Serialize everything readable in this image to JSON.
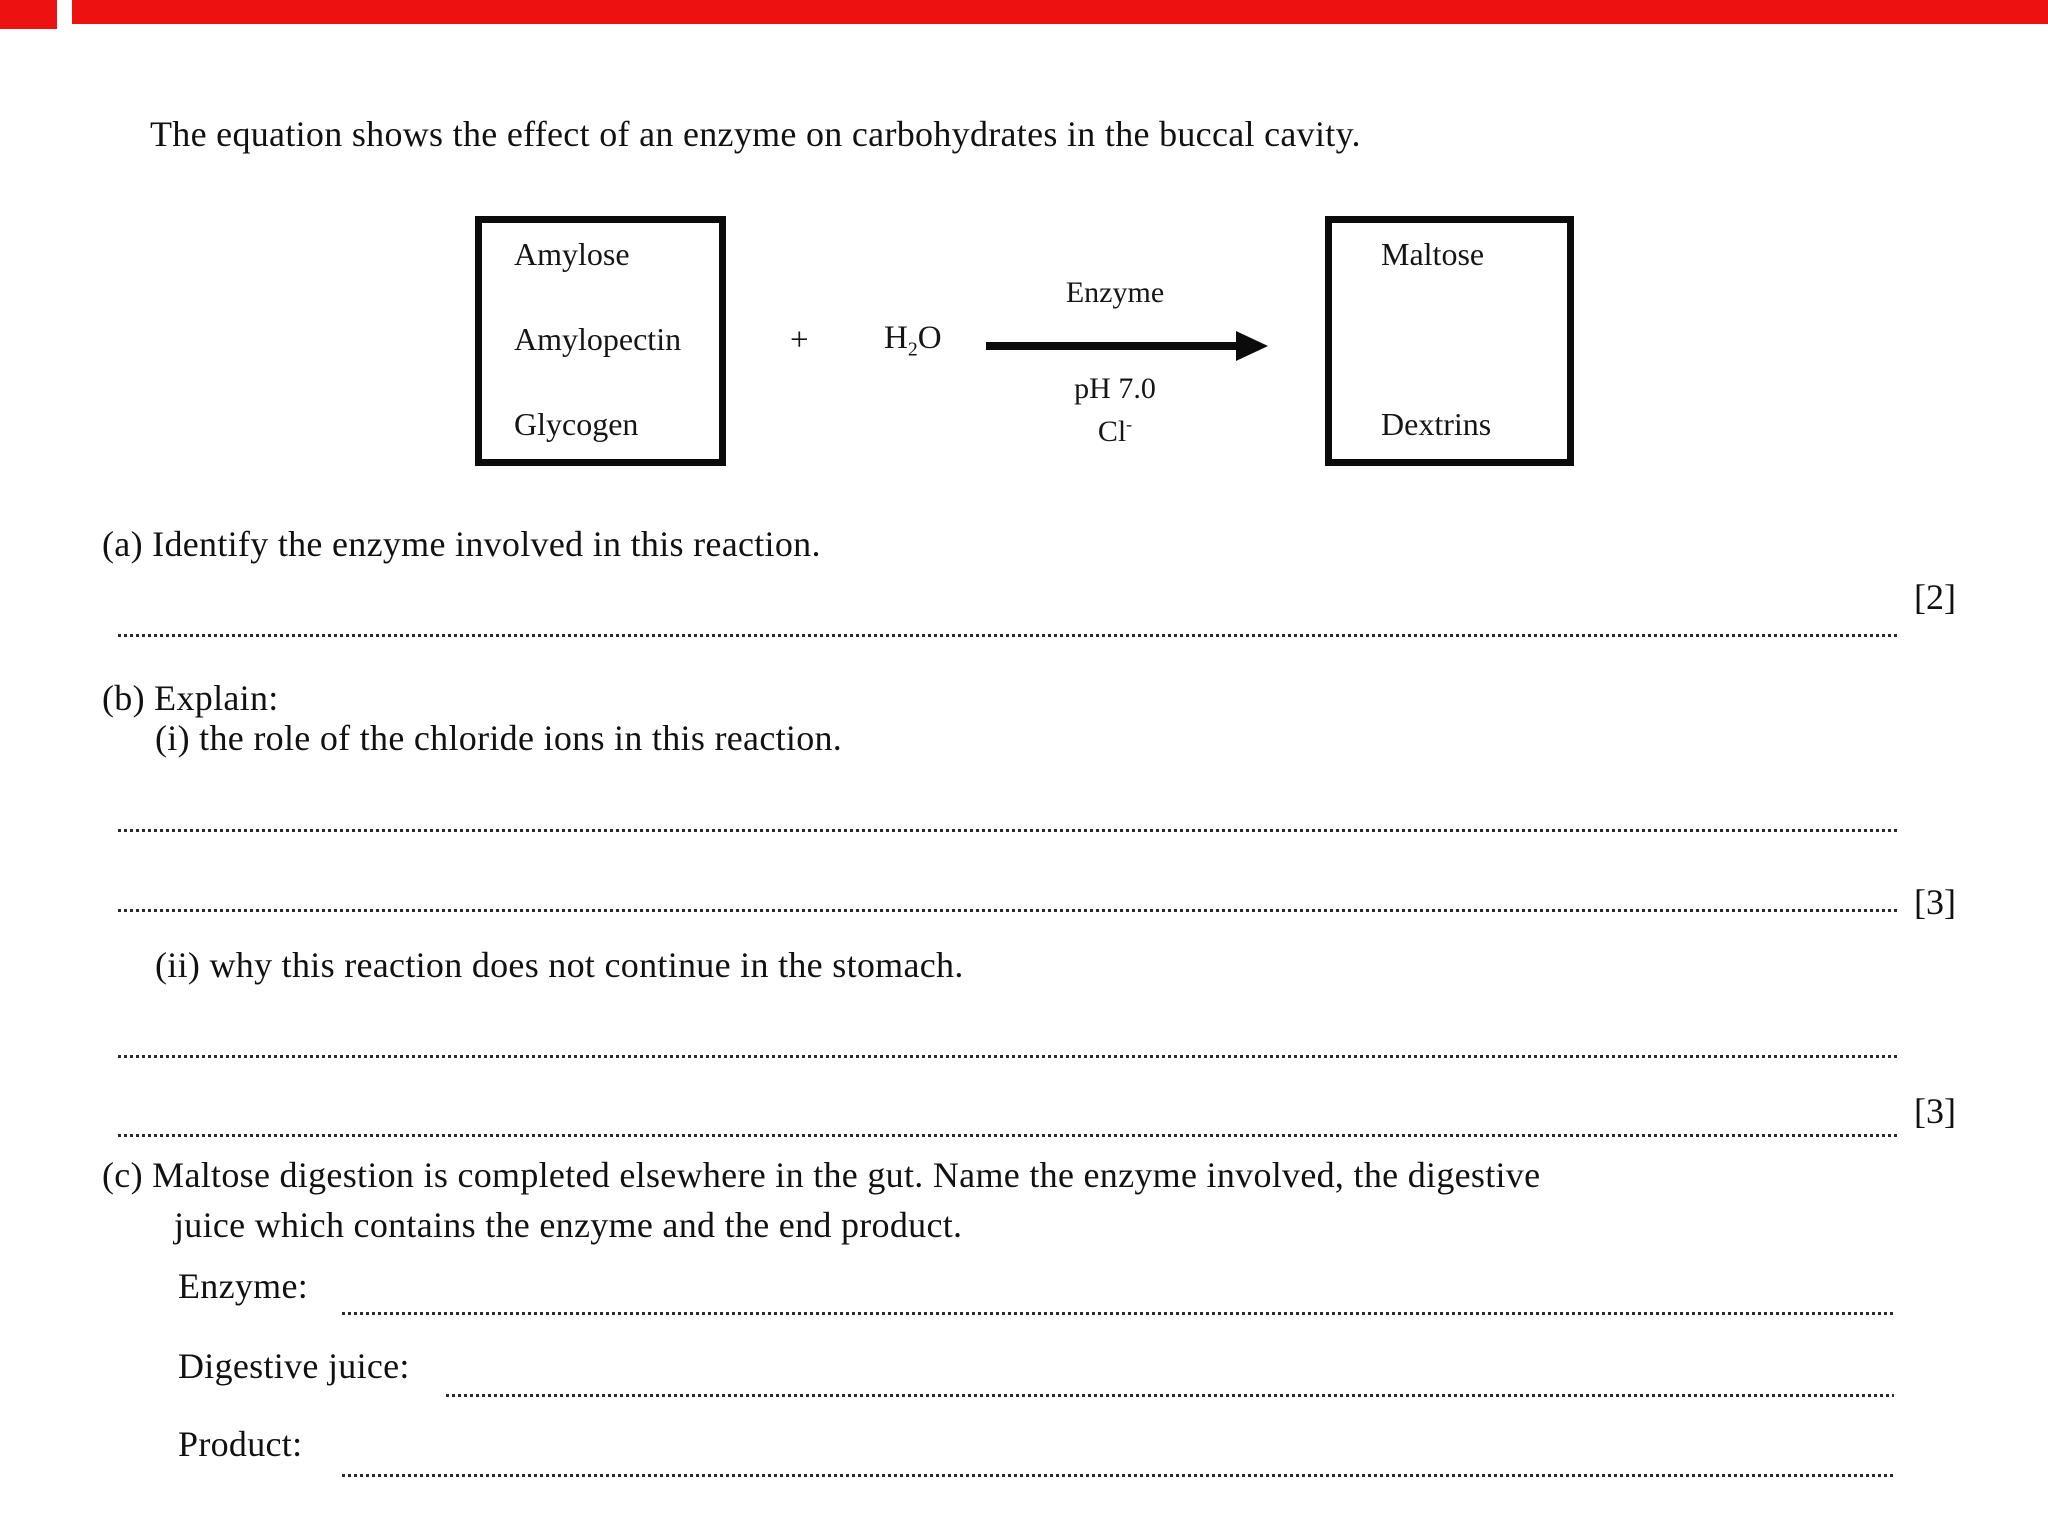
{
  "page": {
    "background_color": "#ffffff",
    "top_bar_color": "#ee1111",
    "text_color": "#111111"
  },
  "intro_text": "The equation shows the effect of an enzyme on carbohydrates in the buccal cavity.",
  "diagram": {
    "substrates": [
      "Amylose",
      "Amylopectin",
      "Glycogen"
    ],
    "plus_sign": "+",
    "water": {
      "base": "H",
      "subscript": "2",
      "rest": "O"
    },
    "arrow_top_label": "Enzyme",
    "arrow_bottom_label": "pH 7.0",
    "chloride": {
      "base": "Cl",
      "superscript": "-"
    },
    "products": [
      "Maltose",
      "Dextrins"
    ]
  },
  "questions": {
    "a": {
      "text": "(a) Identify the enzyme involved in this reaction.",
      "marks": "[2]"
    },
    "b": {
      "text": "(b) Explain:",
      "i": {
        "text": "(i) the role of the chloride ions in this reaction.",
        "marks": "[3]"
      },
      "ii": {
        "text": "(ii) why this reaction does not continue in the stomach.",
        "marks": "[3]"
      }
    },
    "c": {
      "text_line1": "(c) Maltose digestion is completed elsewhere in the gut. Name the enzyme involved, the digestive",
      "text_line2": "juice which contains the enzyme and the end product.",
      "fields": [
        {
          "label": "Enzyme:"
        },
        {
          "label": "Digestive juice:"
        },
        {
          "label": "Product:"
        }
      ]
    }
  }
}
